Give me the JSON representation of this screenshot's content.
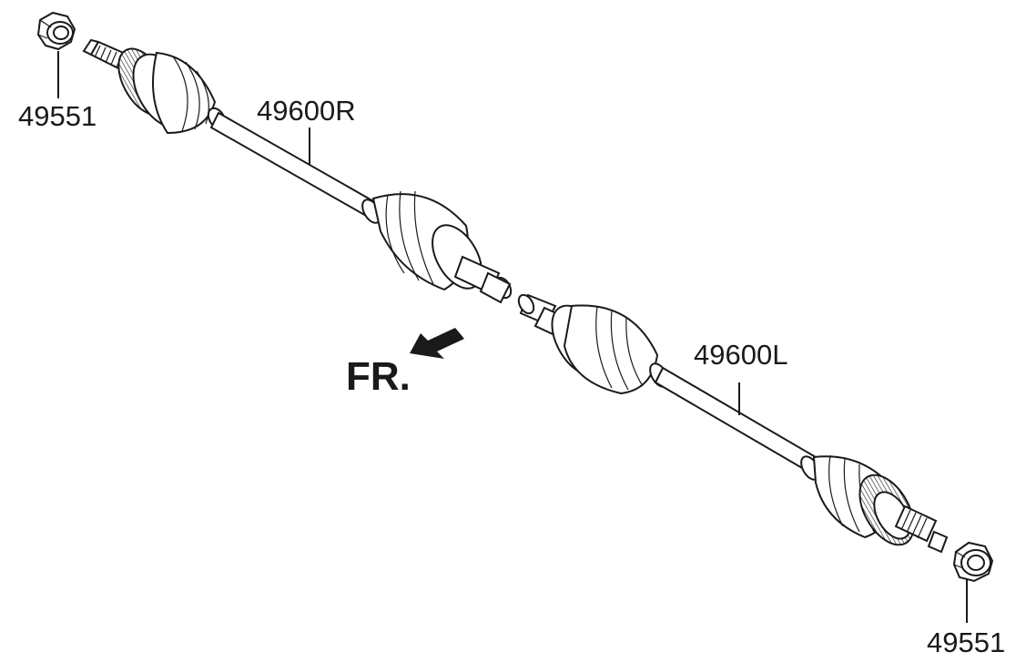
{
  "diagram": {
    "parts": [
      {
        "id": "nut_top",
        "label": "49551"
      },
      {
        "id": "shaft_right",
        "label": "49600R"
      },
      {
        "id": "shaft_left",
        "label": "49600L"
      },
      {
        "id": "nut_bottom",
        "label": "49551"
      }
    ],
    "direction_label": "FR."
  }
}
